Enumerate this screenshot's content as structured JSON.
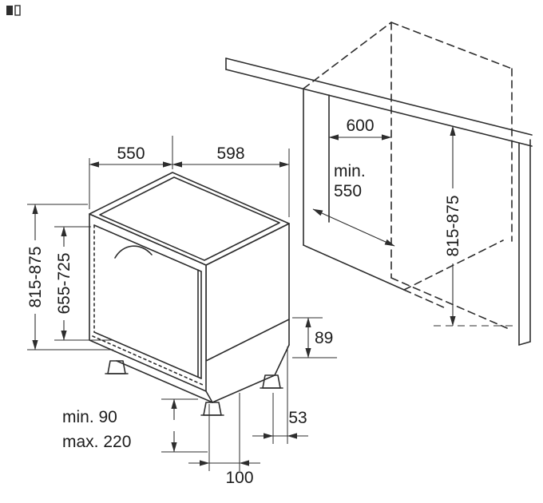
{
  "colors": {
    "line": "#2d2d2d",
    "background": "#ffffff",
    "text": "#1c1c1c"
  },
  "labels": {
    "depth_top": "550",
    "width_top": "598",
    "niche_depth": "600",
    "niche_min_width_line1": "min.",
    "niche_min_width_line2": "550",
    "niche_height_left": "815-875",
    "front_panel_height": "655-725",
    "niche_height_right": "815-875",
    "base_rear_height": "89",
    "rear_foot_inset": "53",
    "front_foot_inset": "100",
    "plinth_min": "min. 90",
    "plinth_max": "max. 220"
  }
}
